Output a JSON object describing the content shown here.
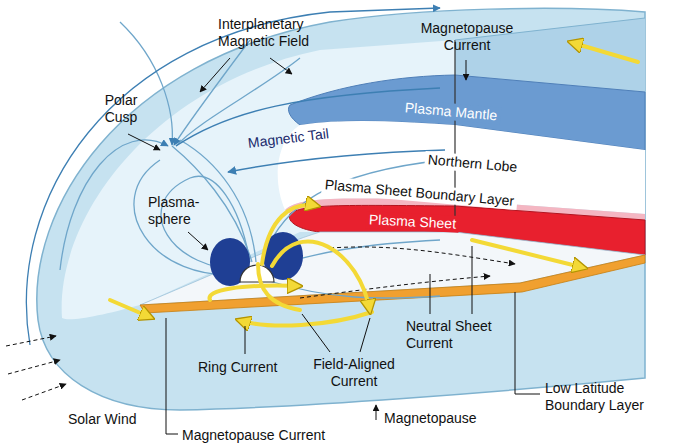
{
  "diagram": {
    "labels": [
      "Interplanetary Magnetic Field",
      "Magnetopause Current",
      "Polar Cusp",
      "Plasma Mantle",
      "Magnetic Tail",
      "Northern Lobe",
      "Plasma Sheet Boundary Layer",
      "Plasma Sheet",
      "Plasma-sphere",
      "Neutral Sheet Current",
      "Ring Current",
      "Field-Aligned Current",
      "Low Latitude Boundary Layer",
      "Solar Wind",
      "Magnetopause",
      "Magnetopause Current"
    ]
  }
}
